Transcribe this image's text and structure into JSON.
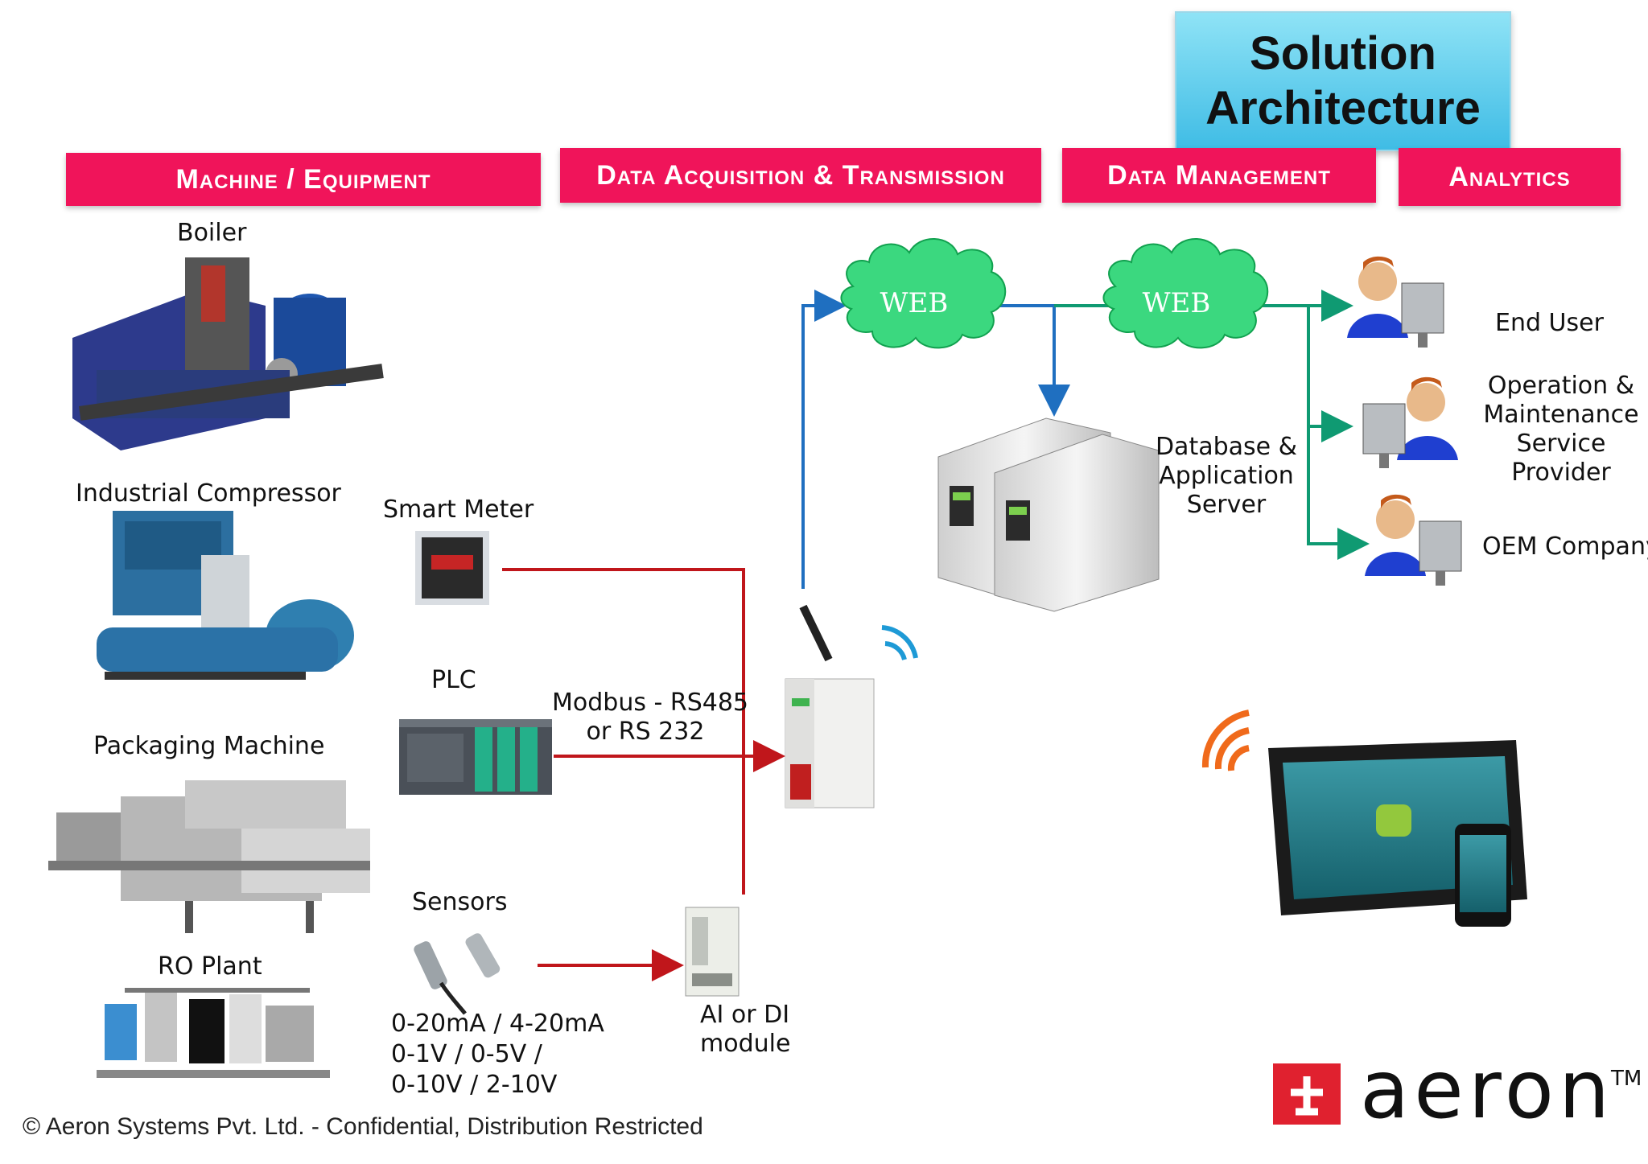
{
  "title": {
    "line1": "Solution",
    "line2": "Architecture"
  },
  "headers": {
    "machine": "Machine / Equipment",
    "acquisition": "Data Acquisition & Transmission",
    "management": "Data Management",
    "analytics": "Analytics"
  },
  "machines": {
    "boiler": "Boiler",
    "compressor": "Industrial Compressor",
    "packaging": "Packaging Machine",
    "ro": "RO Plant"
  },
  "devices": {
    "smart_meter": "Smart Meter",
    "plc": "PLC",
    "sensors": "Sensors",
    "modbus_line1": "Modbus -  RS485",
    "modbus_line2": "or RS 232",
    "signals_line1": "0-20mA / 4-20mA",
    "signals_line2": "0-1V / 0-5V /",
    "signals_line3": "0-10V / 2-10V",
    "module_line1": "AI or DI",
    "module_line2": "module"
  },
  "network": {
    "web1": "WEB",
    "web2": "WEB"
  },
  "server": {
    "line1": "Database  &",
    "line2": "Application",
    "line3": "Server"
  },
  "users": {
    "end_user": "End User",
    "om_line1": "Operation &",
    "om_line2": "Maintenance",
    "om_line3": "Service",
    "om_line4": "Provider",
    "oem": "OEM Company"
  },
  "footer": "© Aeron Systems Pvt. Ltd. - Confidential, Distribution Restricted",
  "logo": {
    "text": "aeron",
    "tm": "TM"
  },
  "colors": {
    "header_pink": "#f0145a",
    "title_blue": "#3fbce5",
    "red_line": "#c0161b",
    "blue_line": "#1f6fc0",
    "green_line": "#0f9a72",
    "cloud_green": "#33d17a"
  }
}
